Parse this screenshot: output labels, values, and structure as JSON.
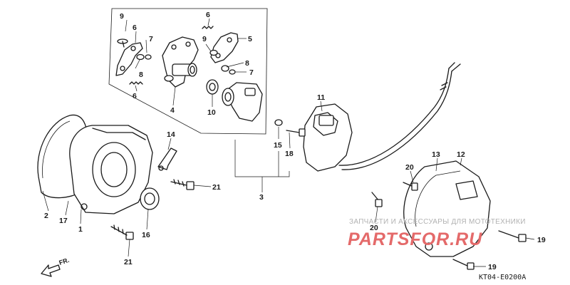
{
  "diagram": {
    "callouts": {
      "c9a": "9",
      "c6a": "6",
      "c7a": "7",
      "c8a": "8",
      "c6b": "6",
      "c4": "4",
      "c6c": "6",
      "c9b": "9",
      "c5": "5",
      "c8b": "8",
      "c7b": "7",
      "c10": "10",
      "c11": "11",
      "c15": "15",
      "c18": "18",
      "c3": "3",
      "c14": "14",
      "c21a": "21",
      "c2": "2",
      "c17": "17",
      "c1": "1",
      "c16": "16",
      "c21b": "21",
      "c13": "13",
      "c12": "12",
      "c20a": "20",
      "c20b": "20",
      "c19a": "19",
      "c19b": "19"
    },
    "direction_label": "FR.",
    "diagram_code": "KT04-E0200A"
  },
  "watermark": {
    "caption": "ЗАПЧАСТИ И АКСЕССУАРЫ ДЛЯ МОТОТЕХНИКИ",
    "brand": "PARTSFOR.RU"
  },
  "colors": {
    "ink": "#1a1a1a",
    "watermark_red": "#e46a6a",
    "watermark_grey": "#b2b2b2",
    "background": "#ffffff"
  }
}
